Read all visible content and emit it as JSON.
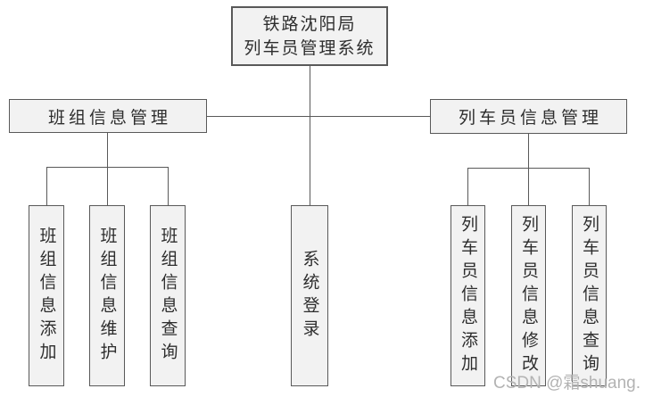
{
  "colors": {
    "background": "#ffffff",
    "box_fill": "#f2f2f2",
    "box_border": "#595959",
    "connector": "#595959",
    "text": "#2e2e2e",
    "watermark": "#b3b3b3"
  },
  "diagram": {
    "root": {
      "line1": "铁路沈阳局",
      "line2": "列车员管理系统"
    },
    "branches": [
      {
        "label": "班组信息管理",
        "children": [
          "班组信息添加",
          "班组信息维护",
          "班组信息查询"
        ]
      },
      {
        "label": "列车员信息管理",
        "children": [
          "列车员信息添加",
          "列车员信息修改",
          "列车员信息查询"
        ]
      }
    ],
    "center_leaf": "系统登录"
  },
  "watermark": {
    "text": "CSDN @霜shuang."
  }
}
